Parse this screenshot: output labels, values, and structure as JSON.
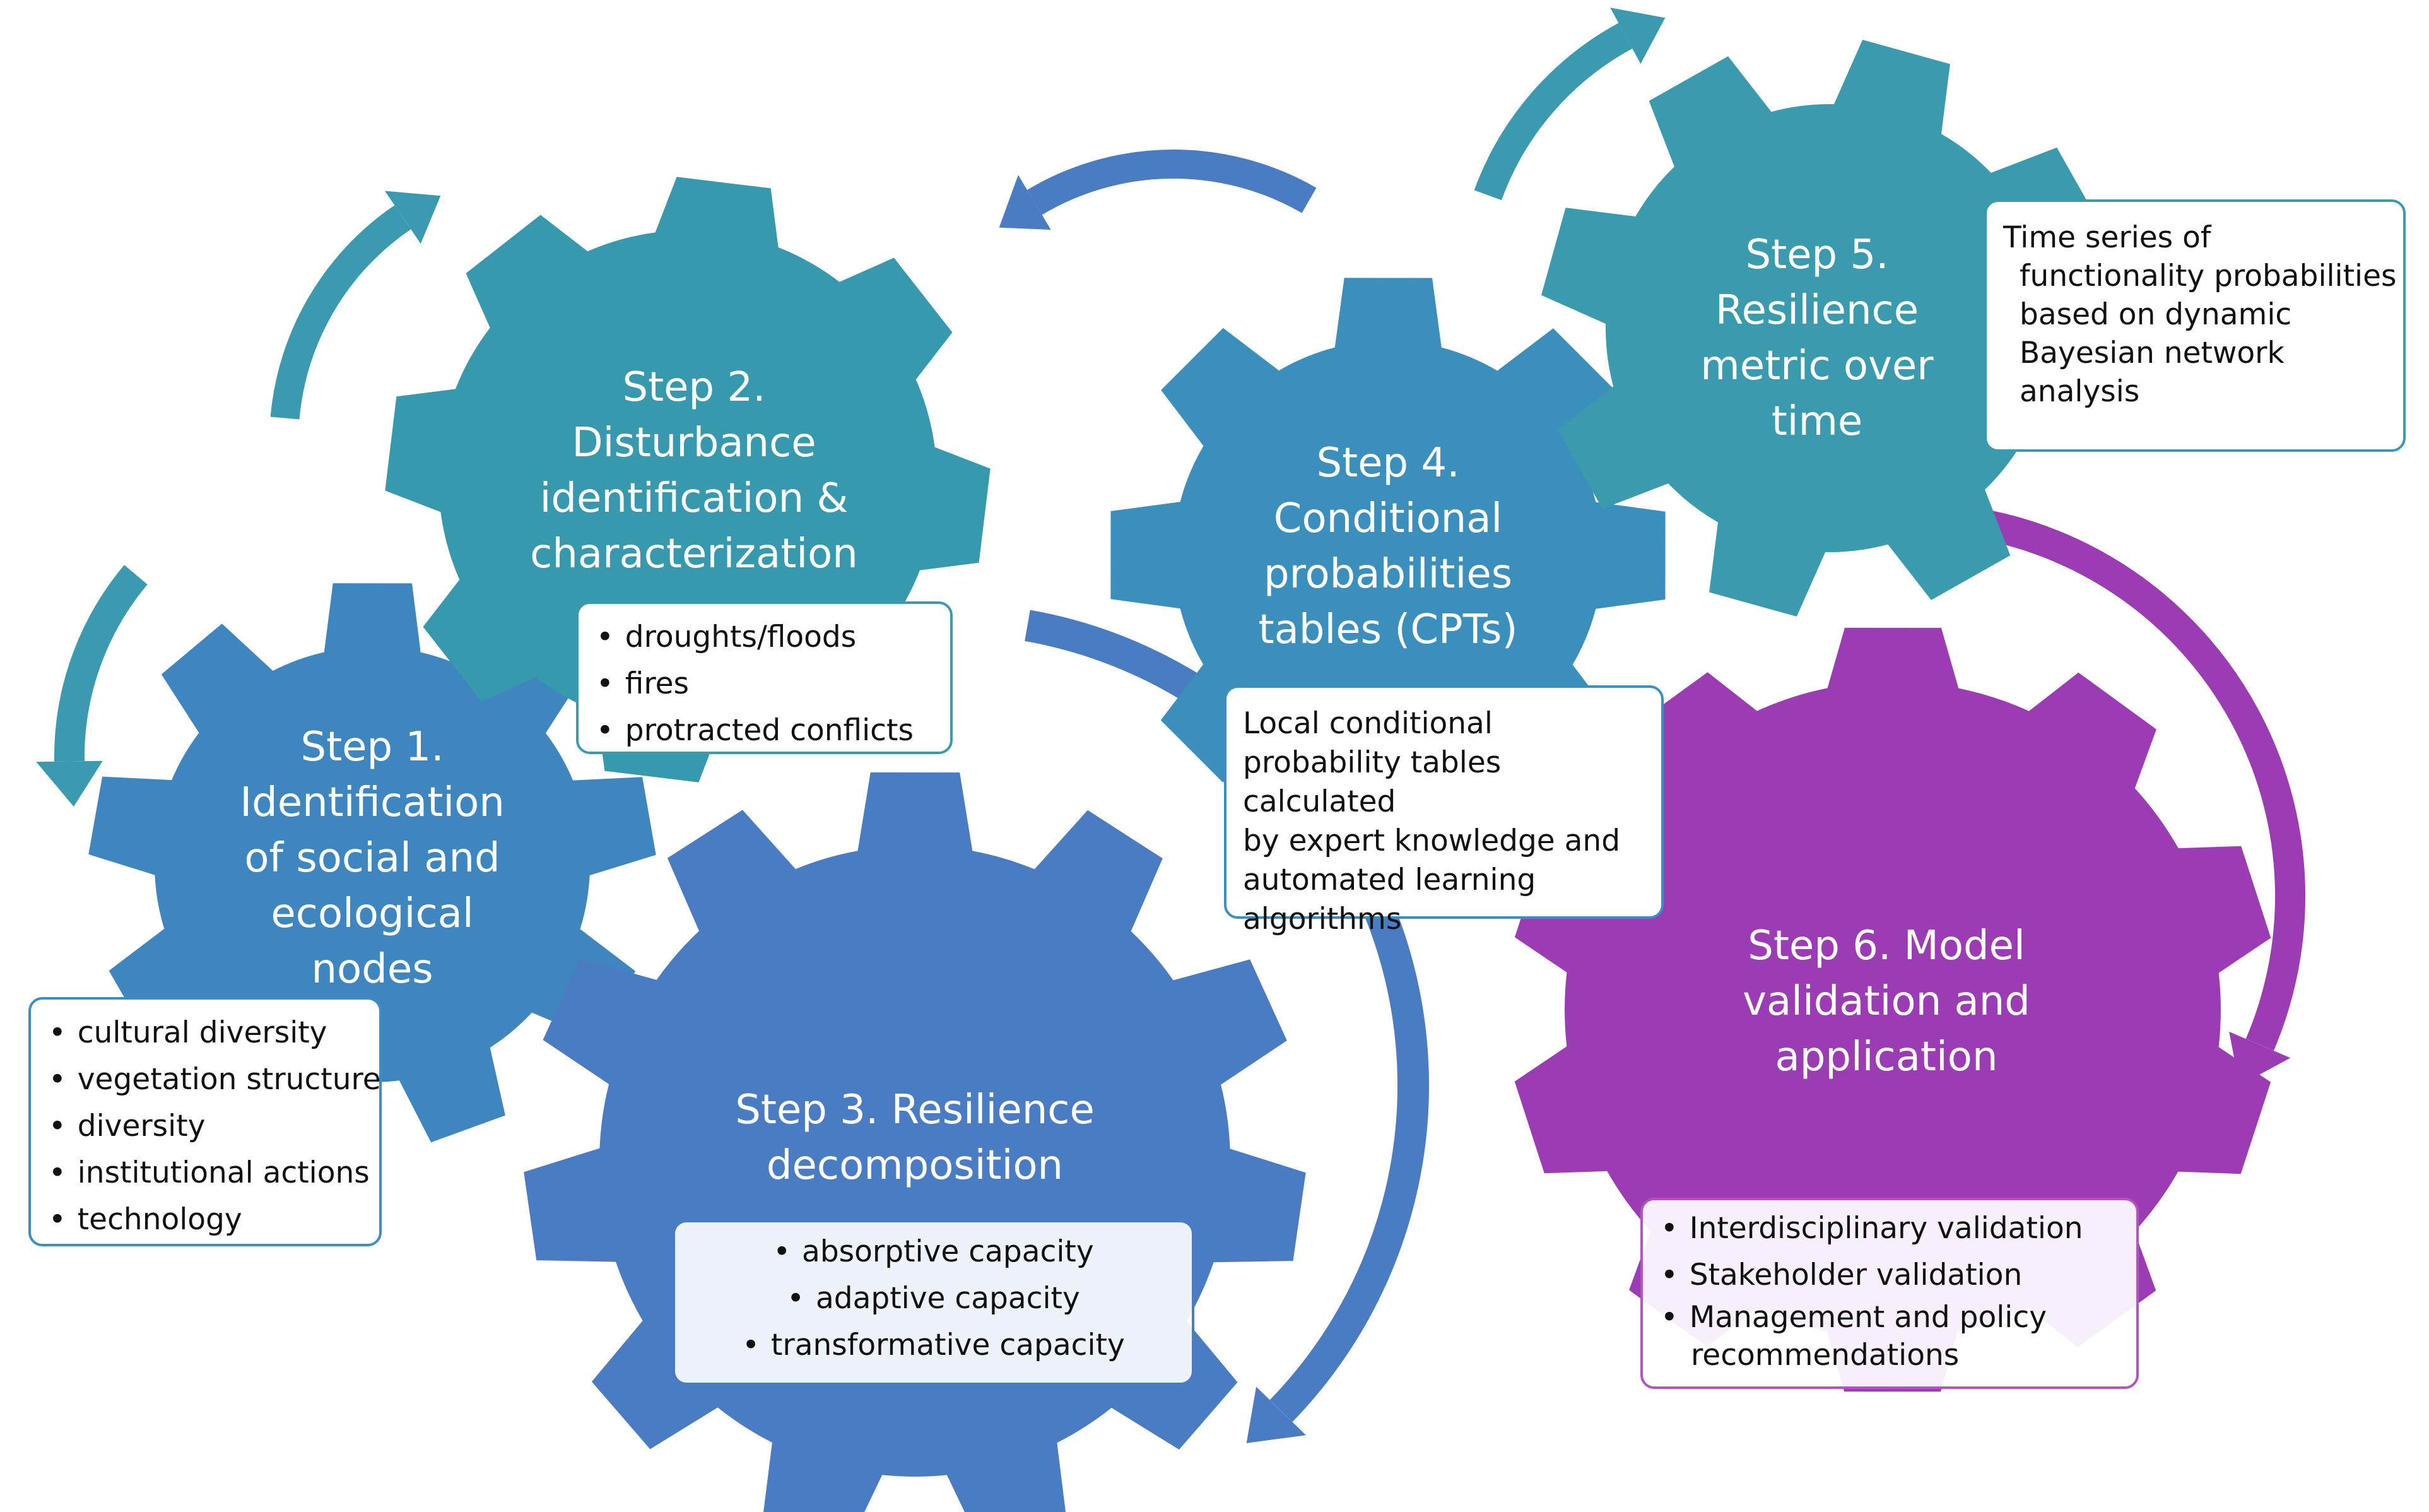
{
  "steps": [
    {
      "id": "step1",
      "title": "Step 1.\nIdentification\nof social and\necological\nnodes",
      "color": "#3d86c0",
      "items": [
        "cultural diversity",
        "vegetation structure",
        "diversity",
        "institutional actions",
        "technology"
      ]
    },
    {
      "id": "step2",
      "title": "Step 2.\nDisturbance\nidentification &\ncharacterization",
      "color": "#3799ad",
      "items": [
        "droughts/floods",
        "fires",
        "protracted conflicts"
      ]
    },
    {
      "id": "step3",
      "title": "Step 3. Resilience\ndecomposition",
      "color": "#4a7cc4",
      "items": [
        "absorptive capacity",
        "adaptive capacity",
        "transformative capacity"
      ]
    },
    {
      "id": "step4",
      "title": "Step 4.\nConditional\nprobabilities\ntables (CPTs)",
      "color": "#3b8fbd",
      "description": "Local conditional\nprobability tables calculated\nby expert knowledge and\nautomated learning\nalgorithms"
    },
    {
      "id": "step5",
      "title": "Step 5.\nResilience\nmetric over\ntime",
      "color": "#3a9aae",
      "description_lines": [
        "Time series of",
        "functionality probabilities",
        "based on dynamic",
        "Bayesian network",
        "analysis"
      ]
    },
    {
      "id": "step6",
      "title": "Step 6. Model\nvalidation and\napplication",
      "color": "#9b3cb5",
      "items": [
        "Interdisciplinary validation",
        "Stakeholder validation",
        "Management and policy recommendations"
      ]
    }
  ],
  "colors": {
    "arrow_teal": "#3a9ab0",
    "arrow_blue": "#4a7cc4",
    "arrow_purple": "#9b3cb5",
    "card_border_blue": "#3a8fc0",
    "card_border_purple": "#b054c0"
  }
}
